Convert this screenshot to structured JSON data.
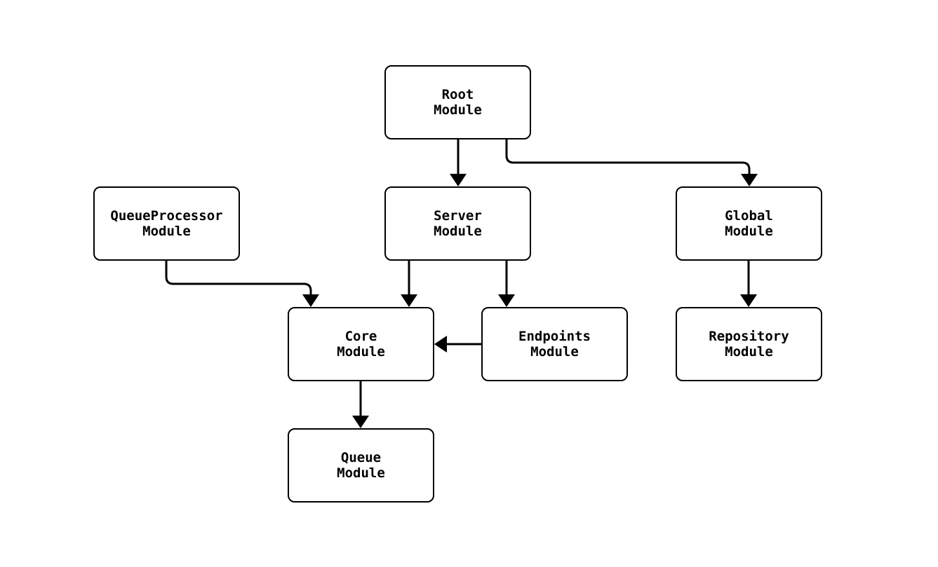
{
  "diagram": {
    "type": "module-dependency-flowchart",
    "background_color": "#ffffff",
    "node_fill_color": "#ffffff",
    "node_border_color": "#000000",
    "edge_color": "#000000",
    "text_color": "#000000",
    "nodes": [
      {
        "id": "root",
        "label": "Root\nModule"
      },
      {
        "id": "queueprocessor",
        "label": "QueueProcessor\nModule"
      },
      {
        "id": "server",
        "label": "Server\nModule"
      },
      {
        "id": "global",
        "label": "Global\nModule"
      },
      {
        "id": "core",
        "label": "Core\nModule"
      },
      {
        "id": "endpoints",
        "label": "Endpoints\nModule"
      },
      {
        "id": "repository",
        "label": "Repository\nModule"
      },
      {
        "id": "queue",
        "label": "Queue\nModule"
      }
    ],
    "edges": [
      {
        "from": "Root Module",
        "to": "Server Module"
      },
      {
        "from": "Root Module",
        "to": "Global Module"
      },
      {
        "from": "QueueProcessor Module",
        "to": "Core Module"
      },
      {
        "from": "Server Module",
        "to": "Core Module"
      },
      {
        "from": "Server Module",
        "to": "Endpoints Module"
      },
      {
        "from": "Endpoints Module",
        "to": "Core Module"
      },
      {
        "from": "Global Module",
        "to": "Repository Module"
      },
      {
        "from": "Core Module",
        "to": "Queue Module"
      }
    ]
  }
}
